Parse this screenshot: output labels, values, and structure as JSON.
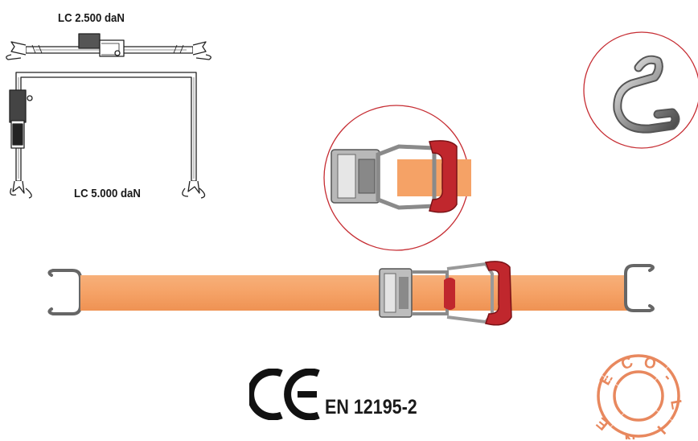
{
  "labels": {
    "lc_top": "LC 2.500 daN",
    "lc_bottom": "LC 5.000 daN"
  },
  "certification": {
    "standard": "EN 12195-2",
    "mark": "CE"
  },
  "eco_stamp": {
    "letters": [
      "E",
      "C",
      "O",
      "-",
      "L",
      "I",
      "N",
      "E"
    ]
  },
  "colors": {
    "strap": "#f5a266",
    "handle": "#c0272d",
    "stamp": "#e8885e",
    "circle": "#c62d33"
  },
  "icons": {
    "hook": "s-hook-icon",
    "ratchet": "ratchet-buckle-icon"
  }
}
